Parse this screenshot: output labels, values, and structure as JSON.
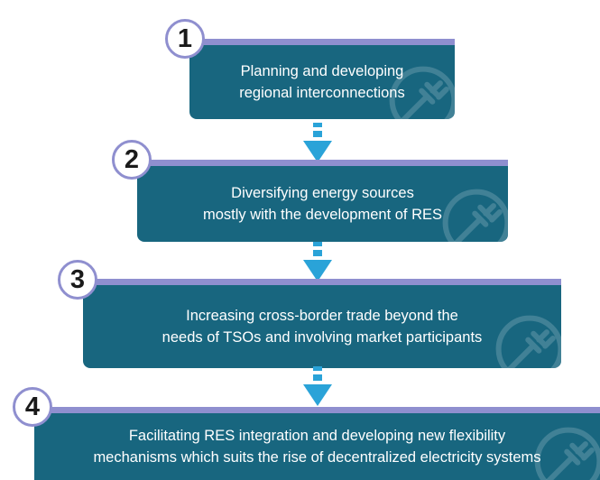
{
  "steps": [
    {
      "number": "1",
      "line1": "Planning and developing",
      "line2": "regional interconnections"
    },
    {
      "number": "2",
      "line1": "Diversifying energy sources",
      "line2": "mostly with the development of RES"
    },
    {
      "number": "3",
      "line1": "Increasing cross-border trade beyond the",
      "line2": "needs of TSOs and involving market participants"
    },
    {
      "number": "4",
      "line1": "Facilitating RES integration and developing new flexibility",
      "line2": "mechanisms which suits the rise of decentralized electricity systems"
    }
  ],
  "colors": {
    "box": "#18667f",
    "accent": "#8f8fcf",
    "arrow": "#2aa3d8"
  },
  "icons": {
    "watermark": "electric-plug-icon",
    "connector": "arrow-down-icon"
  }
}
